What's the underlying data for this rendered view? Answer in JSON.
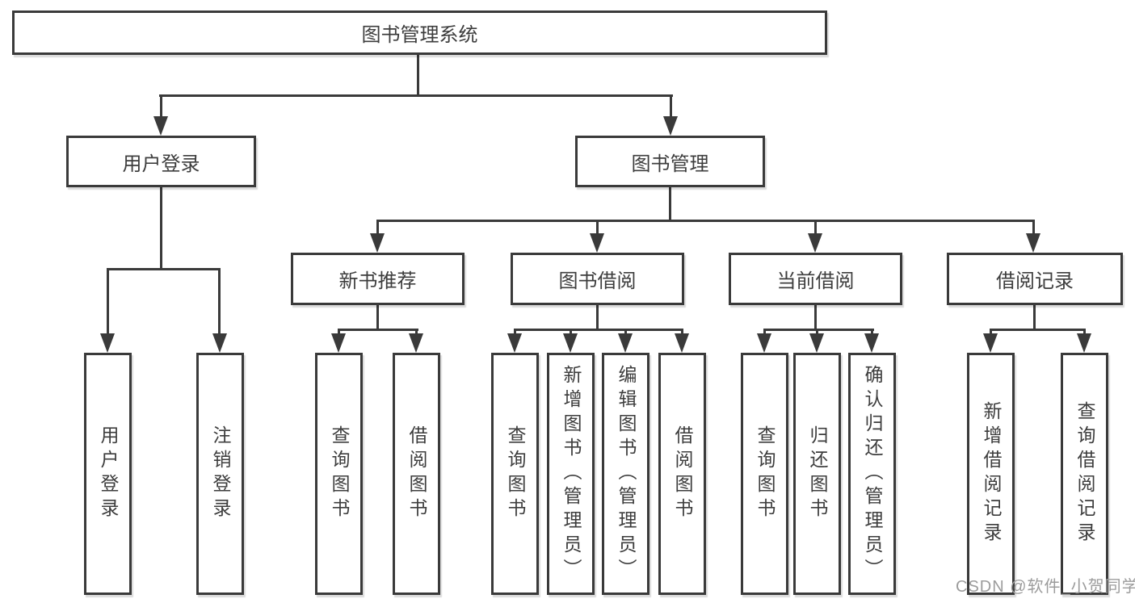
{
  "diagram": {
    "title_node": "图书管理系统",
    "level2": [
      "用户登录",
      "图书管理"
    ],
    "level3": [
      "新书推荐",
      "图书借阅",
      "当前借阅",
      "借阅记录"
    ],
    "leaves": {
      "user_login": [
        "用户登录",
        "注销登录"
      ],
      "new_book_recommend": [
        "查询图书",
        "借阅图书"
      ],
      "book_borrow": [
        "查询图书",
        "新增图书（管理员）",
        "编辑图书（管理员）",
        "借阅图书"
      ],
      "current_borrow": [
        "查询图书",
        "归还图书",
        "确认归还（管理员）"
      ],
      "borrow_records": [
        "新增借阅记录",
        "查询借阅记录"
      ]
    }
  },
  "watermark": "CSDN @软件_小贺同学",
  "colors": {
    "line": "#3a3a3a",
    "box_border": "#3a3a3a",
    "box_background": "#ffffff",
    "text": "#3d3d3d",
    "watermark_text": "#9c9c9c",
    "background": "#ffffff"
  }
}
